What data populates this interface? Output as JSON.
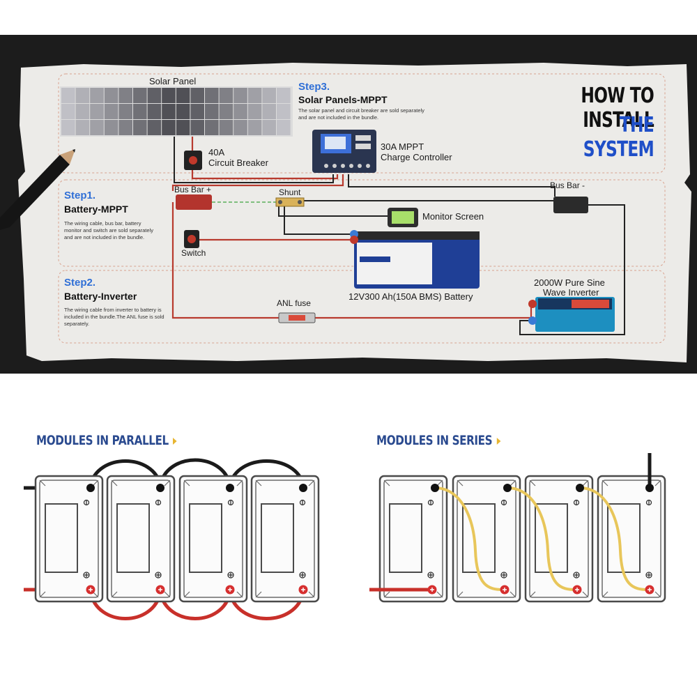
{
  "header": {
    "title_line1": "HOW TO INSTALL",
    "title_line2": "THE SYSTEM"
  },
  "steps": [
    {
      "number": "Step1.",
      "title": "Battery-MPPT",
      "description": "The wiring cable, bus bar, battery monitor and switch are sold separately and are not included in the bundle."
    },
    {
      "number": "Step2.",
      "title": "Battery-Inverter",
      "description": "The wiring cable from inverter to battery is included in the bundle.The ANL fuse is sold separately."
    },
    {
      "number": "Step3.",
      "title": "Solar Panels-MPPT",
      "description": "The solar panel and circuit breaker are sold separately and are not included in the bundle."
    }
  ],
  "components": {
    "solar_panel": "Solar Panel",
    "breaker_line1": "40A",
    "breaker_line2": "Circuit Breaker",
    "controller_line1": "30A MPPT",
    "controller_line2": "Charge Controller",
    "bus_bar_plus": "Bus Bar +",
    "bus_bar_minus": "Bus Bar -",
    "shunt": "Shunt",
    "monitor": "Monitor Screen",
    "switch": "Switch",
    "battery": "12V300 Ah(150A BMS) Battery",
    "inverter_line1": "2000W Pure Sine",
    "inverter_line2": "Wave Inverter",
    "anl_fuse": "ANL fuse"
  },
  "modules": {
    "parallel_title": "MODULES IN PARALLEL",
    "series_title": "MODULES IN SERIES"
  },
  "colors": {
    "positive_wire": "#c8302a",
    "negative_wire": "#1a1a1a",
    "series_link": "#e8c65a",
    "step_blue": "#2f6fd6",
    "title_blue": "#1f4fc8",
    "module_title_blue": "#2a4a8f",
    "accent_yellow": "#e7b531"
  }
}
